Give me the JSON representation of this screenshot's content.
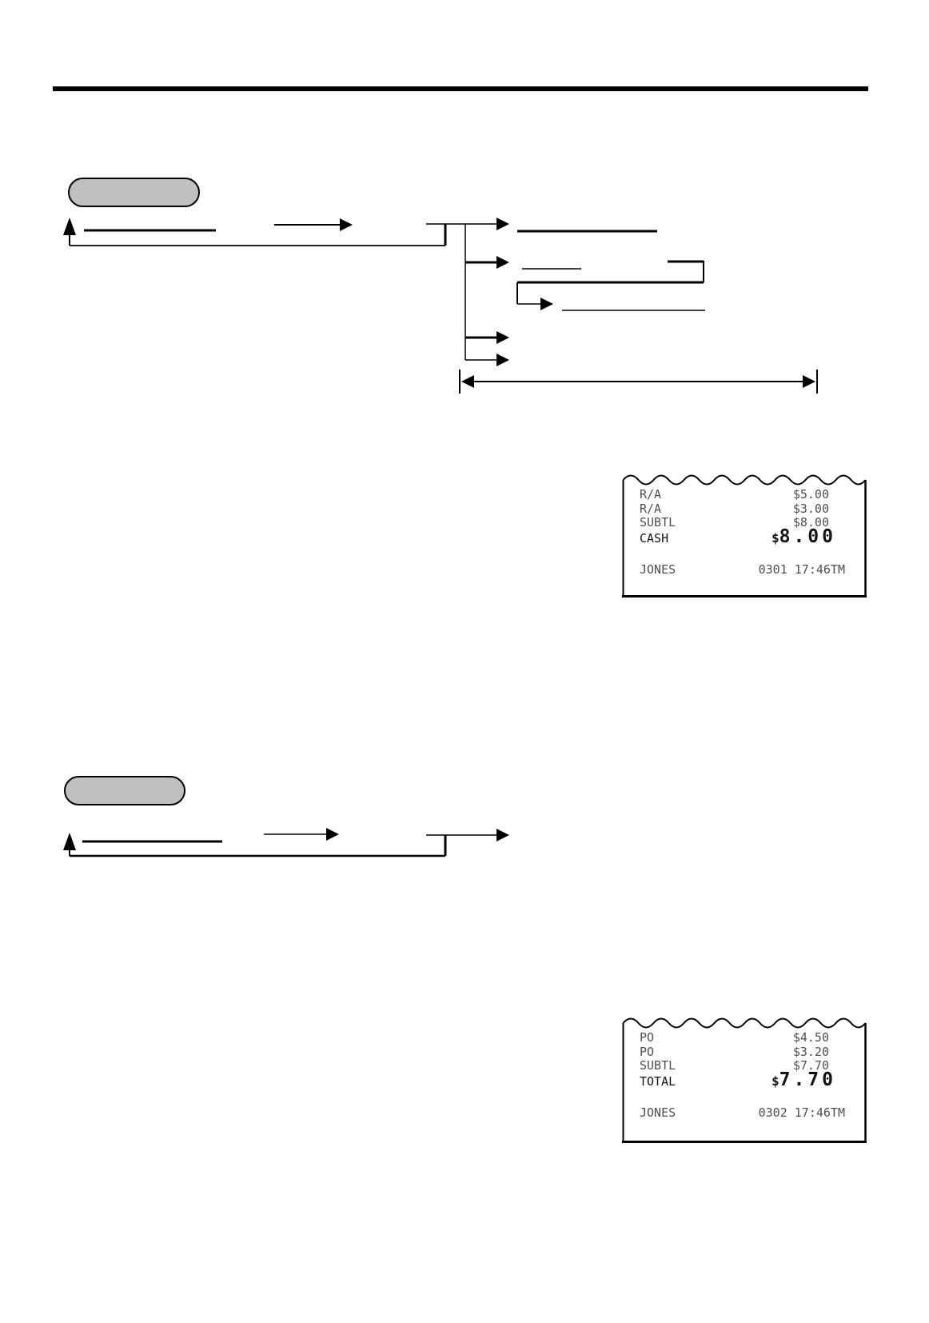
{
  "section1": {
    "key_pill": "",
    "receipt": {
      "rows": [
        {
          "label": "R/A",
          "value": "$5.00"
        },
        {
          "label": "R/A",
          "value": "$3.00"
        },
        {
          "label": "SUBTL",
          "value": "$8.00"
        },
        {
          "label": "CASH",
          "currency": "$",
          "amount": "8.00"
        }
      ],
      "footer": {
        "label": "JONES",
        "value": "0301 17:46TM"
      }
    }
  },
  "section2": {
    "key_pill": "",
    "receipt": {
      "rows": [
        {
          "label": "PO",
          "value": "$4.50"
        },
        {
          "label": "PO",
          "value": "$3.20"
        },
        {
          "label": "SUBTL",
          "value": "$7.70"
        },
        {
          "label": "TOTAL",
          "currency": "$",
          "amount": "7.70"
        }
      ],
      "footer": {
        "label": "JONES",
        "value": "0302 17:46TM"
      }
    }
  },
  "colors": {
    "pill_fill": "#c0c0c0",
    "line": "#000000",
    "receipt_text": "#4f4f4f"
  }
}
